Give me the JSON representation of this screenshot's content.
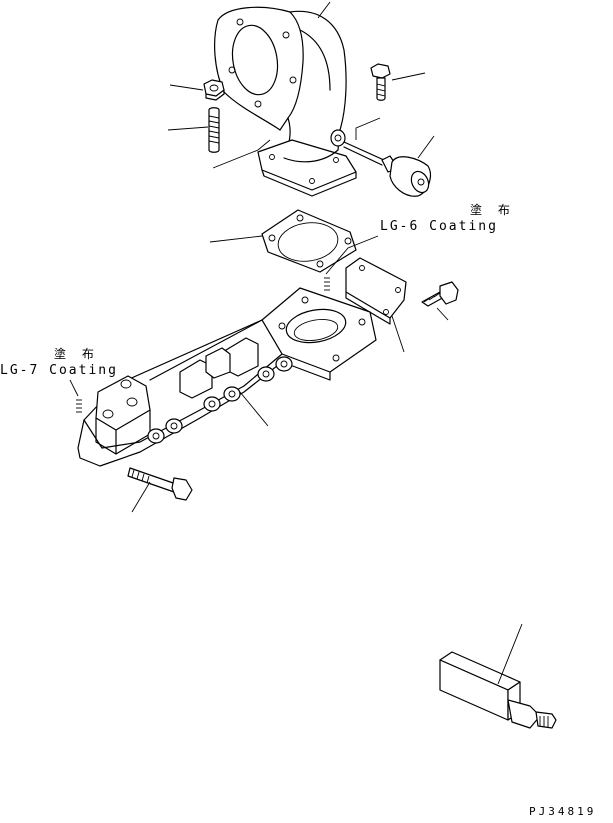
{
  "annotations": {
    "lg6": {
      "jp": "塗 布",
      "en": "LG-6 Coating"
    },
    "lg7": {
      "jp": "塗 布",
      "en": "LG-7 Coating"
    }
  },
  "drawing_code": "PJ34819"
}
